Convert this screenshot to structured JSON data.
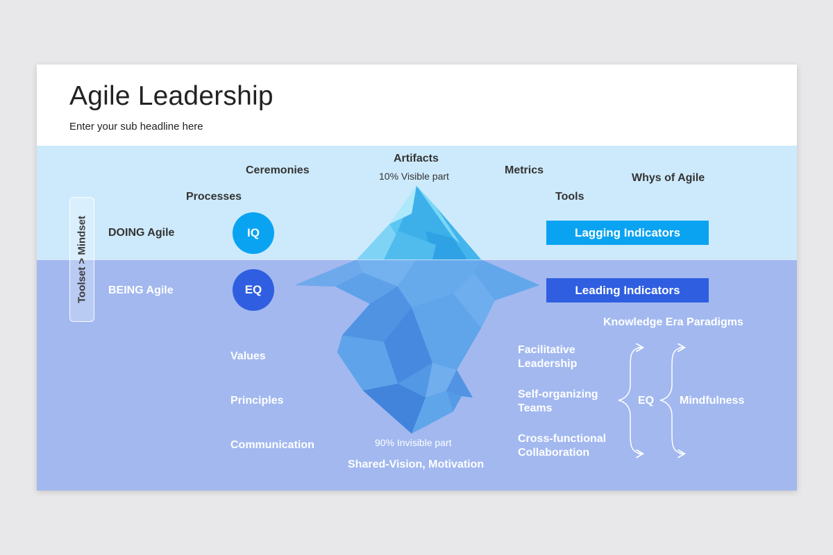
{
  "title": "Agile Leadership",
  "subtitle": "Enter your sub headline here",
  "top_labels": {
    "artifacts": "Artifacts",
    "visible_part": "10% Visible part",
    "ceremonies": "Ceremonies",
    "metrics": "Metrics",
    "whys": "Whys of Agile",
    "processes": "Processes",
    "tools": "Tools"
  },
  "side_pill": "Toolset > Mindset",
  "rows": {
    "doing": "DOING Agile",
    "being": "BEING Agile",
    "iq": "IQ",
    "eq": "EQ"
  },
  "indicators": {
    "lagging": "Lagging Indicators",
    "leading": "Leading Indicators"
  },
  "bottom_left": [
    "Values",
    "Principles",
    "Communication"
  ],
  "invisible_part": "90% Invisible part",
  "shared_vision": "Shared-Vision, Motivation",
  "paradigms": {
    "heading": "Knowledge Era Paradigms",
    "items": [
      "Facilitative\nLeadership",
      "Self-organizing\nTeams",
      "Cross-functional\nCollaboration"
    ],
    "eq": "EQ",
    "mindfulness": "Mindfulness"
  },
  "colors": {
    "top_band": "#cdeafc",
    "bottom_band": "#a2b8ef",
    "iq_circle": "#0aa3f2",
    "eq_circle": "#2f5fe0",
    "lagging": "#0aa3f2",
    "leading": "#2f5fe0",
    "iceberg_light": "#6fd0f7",
    "iceberg_dark": "#4a8fe4"
  }
}
